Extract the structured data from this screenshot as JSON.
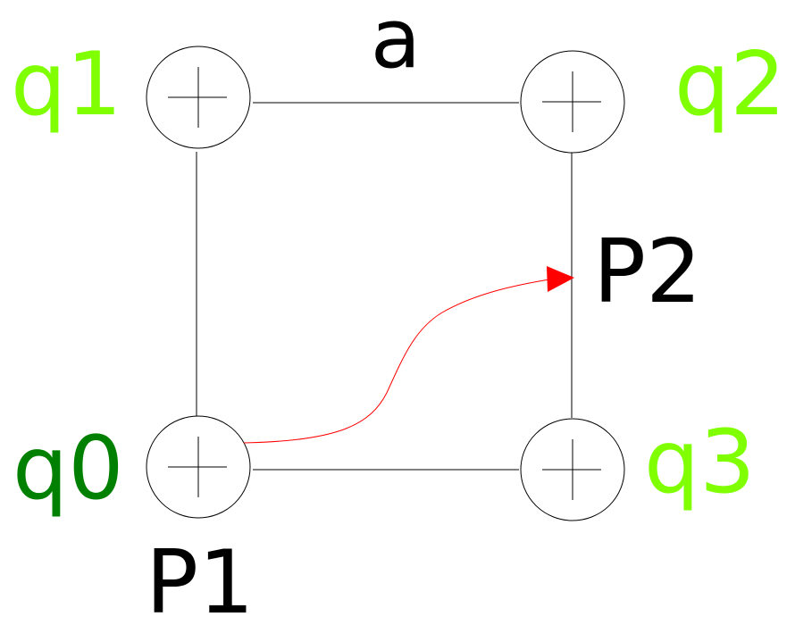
{
  "labels": {
    "edge_top": "a",
    "q0": "q0",
    "q1": "q1",
    "q2": "q2",
    "q3": "q3",
    "p1": "P1",
    "p2": "P2"
  },
  "colors": {
    "q0": "#008000",
    "q_other": "#7fff00",
    "arrow": "#ff0000",
    "stroke": "#000000"
  }
}
